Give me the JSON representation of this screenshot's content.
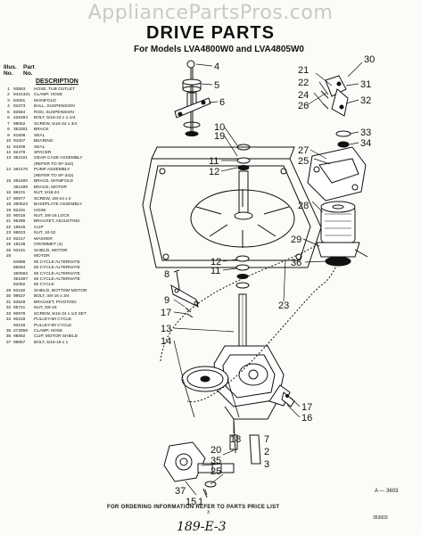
{
  "watermark": "AppliancePartsPros.com",
  "title": "DRIVE PARTS",
  "subtitle": "For Models LVA4800W0 and LVA4805W0",
  "table_head": {
    "illus_label": "Illus.",
    "no_label": "No.",
    "part_label": "Part",
    "part_no_label": "No.",
    "description_label": "DESCRIPTION"
  },
  "parts": [
    {
      "no": "1",
      "part": "93563",
      "desc": "HOSE, TUB OUTLET"
    },
    {
      "no": "2",
      "part": "9421321",
      "desc": "CLAMP, HOSE"
    },
    {
      "no": "3",
      "part": "84091",
      "desc": "MANIFOLD"
    },
    {
      "no": "4",
      "part": "81073",
      "desc": "BALL, SUSPENSION"
    },
    {
      "no": "5",
      "part": "82584",
      "desc": "ROD, SUSPENSION"
    },
    {
      "no": "6",
      "part": "426494",
      "desc": "BOLT, 5/16-24 x 1-1/4"
    },
    {
      "no": "7",
      "part": "98062",
      "desc": "SCREW, 5/16-24 x 3/4"
    },
    {
      "no": "8",
      "part": "353301",
      "desc": "BRACE"
    },
    {
      "no": "9",
      "part": "81608",
      "desc": "SEAL"
    },
    {
      "no": "10",
      "part": "94207",
      "desc": "BEARING"
    },
    {
      "no": "11",
      "part": "94209",
      "desc": "SEAL"
    },
    {
      "no": "12",
      "part": "92479",
      "desc": "SPACER"
    },
    {
      "no": "13",
      "part": "362101",
      "desc": "GEAR CASE ASSEMBLY"
    },
    {
      "no": "",
      "part": "",
      "desc": "(REFER TO SF-342)"
    },
    {
      "no": "14",
      "part": "362176",
      "desc": "PUMP ASSEMBLY"
    },
    {
      "no": "",
      "part": "",
      "desc": "(REFER TO SF-342)"
    },
    {
      "no": "15",
      "part": "351600",
      "desc": "BRACE, MANIFOLD"
    },
    {
      "no": "",
      "part": "351499",
      "desc": "BRACE, MOTOR"
    },
    {
      "no": "16",
      "part": "98101",
      "desc": "NUT, 5/16-24"
    },
    {
      "no": "17",
      "part": "90877",
      "desc": "SCREW, 3/8-24 x 2"
    },
    {
      "no": "18",
      "part": "360523",
      "desc": "BASEPLATE ASSEMBLY"
    },
    {
      "no": "19",
      "part": "82231",
      "desc": "HOSE"
    },
    {
      "no": "20",
      "part": "90018",
      "desc": "NUT, 3/8-16 LOCK"
    },
    {
      "no": "21",
      "part": "95286",
      "desc": "BRACKET, ADJUSTING"
    },
    {
      "no": "22",
      "part": "18515",
      "desc": "CLIP"
    },
    {
      "no": "23",
      "part": "98023",
      "desc": "NUT, 10-32"
    },
    {
      "no": "24",
      "part": "92217",
      "desc": "WASHER"
    },
    {
      "no": "25",
      "part": "18138",
      "desc": "GROMMET (4)"
    },
    {
      "no": "26",
      "part": "93181",
      "desc": "SHIELD, MOTOR"
    },
    {
      "no": "28",
      "part": "",
      "desc": "MOTOR"
    },
    {
      "no": "",
      "part": "84986",
      "desc": "60 CYCLE-ALTERNATE"
    },
    {
      "no": "",
      "part": "86064",
      "desc": "60 CYCLE-ALTERNATE"
    },
    {
      "no": "",
      "part": "350683",
      "desc": "60 CYCLE-ALTERNATE"
    },
    {
      "no": "",
      "part": "351697",
      "desc": "60 CYCLE-ALTERNATE"
    },
    {
      "no": "",
      "part": "82082",
      "desc": "50 CYCLE"
    },
    {
      "no": "29",
      "part": "93182",
      "desc": "SHIELD, BOTTOM MOTOR"
    },
    {
      "no": "30",
      "part": "99537",
      "desc": "BOLT, 3/8-16 x 3/4"
    },
    {
      "no": "31",
      "part": "93549",
      "desc": "BRACKET, PIVOTING"
    },
    {
      "no": "32",
      "part": "95721",
      "desc": "NUT, 3/8-16"
    },
    {
      "no": "33",
      "part": "90978",
      "desc": "SCREW, 5/16-24 x 1/2 SET"
    },
    {
      "no": "34",
      "part": "92218",
      "desc": "PULLEY-60 CYCLE"
    },
    {
      "no": "",
      "part": "93218",
      "desc": "PULLEY-50 CYCLE"
    },
    {
      "no": "35",
      "part": "272858",
      "desc": "CLAMP, HOSE"
    },
    {
      "no": "36",
      "part": "98892",
      "desc": "CLIP, MOTOR SHIELD"
    },
    {
      "no": "37",
      "part": "98867",
      "desc": "BOLT, 5/16-18 x 1"
    }
  ],
  "callouts": {
    "c1": "1",
    "c2": "2",
    "c3": "3",
    "c4": "4",
    "c5": "5",
    "c6": "6",
    "c7": "7",
    "c8": "8",
    "c9": "9",
    "c10": "10",
    "c11a": "11",
    "c11b": "11",
    "c12a": "12",
    "c12b": "12",
    "c13": "13",
    "c14": "14",
    "c15": "15",
    "c16": "16",
    "c17a": "17",
    "c17b": "17",
    "c18": "18",
    "c19": "19",
    "c20": "20",
    "c21": "21",
    "c22": "22",
    "c23": "23",
    "c24": "24",
    "c25": "25",
    "c26": "26",
    "c27": "27",
    "c28": "28",
    "c29": "29",
    "c30": "30",
    "c31": "31",
    "c32": "32",
    "c33": "33",
    "c34": "34",
    "c35": "35",
    "c36": "36",
    "c37": "37"
  },
  "figure_code": "A — 3603",
  "footer": "FOR ORDERING INFORMATION REFER TO PARTS PRICE LIST",
  "page_number": "3",
  "doc_number": "353603",
  "handwritten": "189-E-3"
}
